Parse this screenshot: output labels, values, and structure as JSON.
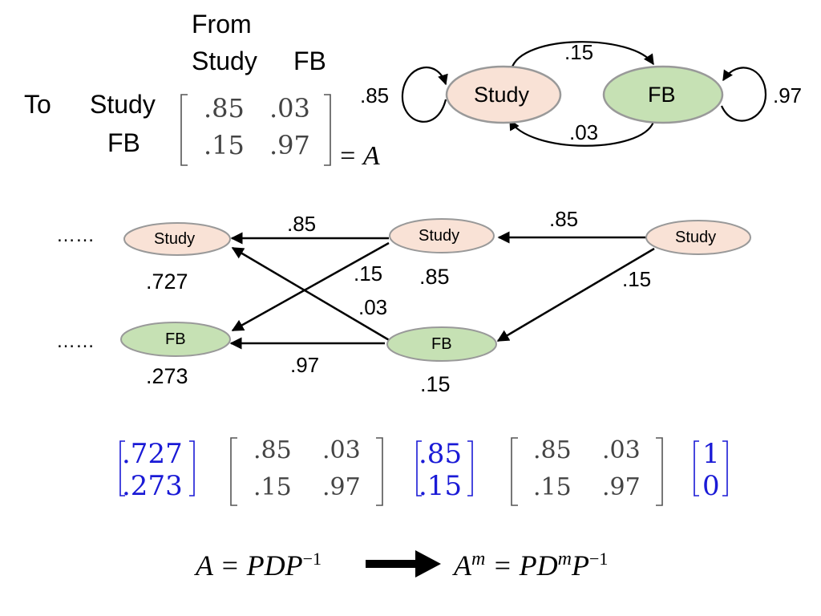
{
  "colors": {
    "study_fill": "#f9e2d6",
    "fb_fill": "#c6e1b4",
    "node_stroke": "#999999",
    "vector_blue": "#1a1ad6",
    "text": "#000000"
  },
  "transition_table": {
    "from_label": "From",
    "to_label": "To",
    "col_headers": [
      "Study",
      "FB"
    ],
    "row_headers": [
      "Study",
      "FB"
    ],
    "matrix": [
      [
        ".85",
        ".03"
      ],
      [
        ".15",
        ".97"
      ]
    ],
    "equals_symbol": "= A"
  },
  "state_diagram": {
    "nodes": {
      "study": "Study",
      "fb": "FB"
    },
    "edges": {
      "study_self": ".85",
      "study_to_fb": ".15",
      "fb_to_study": ".03",
      "fb_self": ".97"
    }
  },
  "trellis": {
    "ellipsis": "……",
    "col_left": {
      "study_label": "Study",
      "fb_label": "FB",
      "study_prob": ".727",
      "fb_prob": ".273"
    },
    "col_mid": {
      "study_label": "Study",
      "fb_label": "FB",
      "study_prob": ".85",
      "fb_prob": ".15"
    },
    "col_right": {
      "study_label": "Study"
    },
    "edges": {
      "right_study_to_mid_study": ".85",
      "right_study_to_mid_fb": ".15",
      "mid_study_to_left_study": ".85",
      "mid_study_to_left_fb": ".15",
      "mid_fb_to_left_study": ".03",
      "mid_fb_to_left_fb": ".97"
    }
  },
  "equation_row": {
    "result_vector": [
      ".727",
      ".273"
    ],
    "matrix_1": [
      [
        ".85",
        ".03"
      ],
      [
        ".15",
        ".97"
      ]
    ],
    "mid_vector": [
      ".85",
      ".15"
    ],
    "matrix_2": [
      [
        ".85",
        ".03"
      ],
      [
        ".15",
        ".97"
      ]
    ],
    "initial_vector": [
      "1",
      "0"
    ]
  },
  "formula": {
    "lhs": "A = PDP",
    "lhs_exp": "−1",
    "rhs_base": "A",
    "rhs_m": "m",
    "rhs_mid": " = PD",
    "rhs_mid_exp": "m",
    "rhs_p": "P",
    "rhs_exp": "−1"
  }
}
